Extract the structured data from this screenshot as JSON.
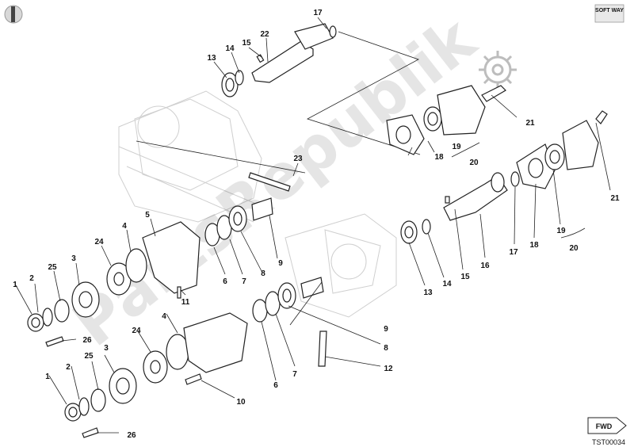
{
  "watermark": "PartsRepublik",
  "diagram_code": "TST00034",
  "brand_badge": "SOFT WAY",
  "fwd_label": "FWD",
  "callouts": [
    "1",
    "2",
    "3",
    "4",
    "5",
    "6",
    "7",
    "8",
    "9",
    "10",
    "11",
    "12",
    "13",
    "14",
    "15",
    "16",
    "17",
    "18",
    "19",
    "20",
    "21",
    "22",
    "23",
    "24",
    "25",
    "26"
  ],
  "colors": {
    "line": "#222222",
    "ghost": "#cfcfcf",
    "watermark": "#000000"
  },
  "icons": [
    "info-circle-icon",
    "gear-watermark-icon",
    "fwd-arrow-icon"
  ]
}
